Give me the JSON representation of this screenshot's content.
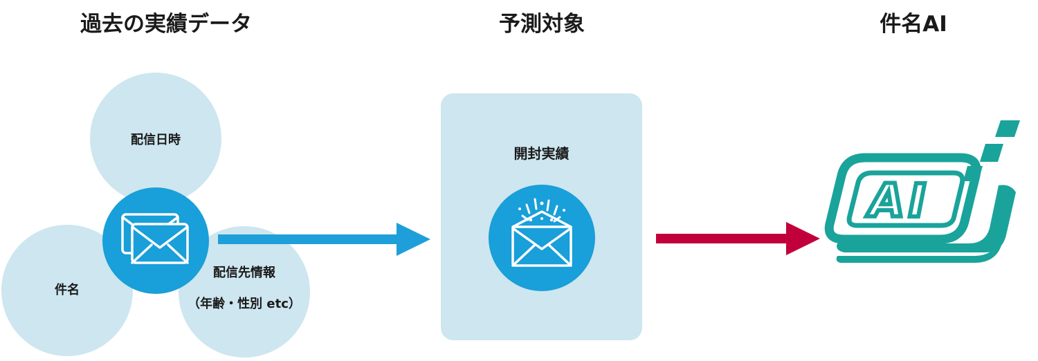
{
  "headings": {
    "past": "過去の実績データ",
    "target": "予測対象",
    "ai": "件名AI"
  },
  "bubbles": {
    "datetime": "配信日時",
    "subject": "件名",
    "recipient_line1": "配信先情報",
    "recipient_line2": "（年齢・性別 etc）"
  },
  "panel": {
    "label": "開封実績"
  },
  "logo": {
    "text": "AI"
  },
  "colors": {
    "bubble_fill": "#cde6ef",
    "icon_circle": "#199fd9",
    "arrow_blue": "#1e9fd9",
    "arrow_red": "#c1003b",
    "ai_teal": "#1aa39b"
  },
  "icons": {
    "past_data": "mail-stack-icon",
    "target": "open-envelope-sparkle-icon",
    "ai": "ai-logo-icon"
  }
}
